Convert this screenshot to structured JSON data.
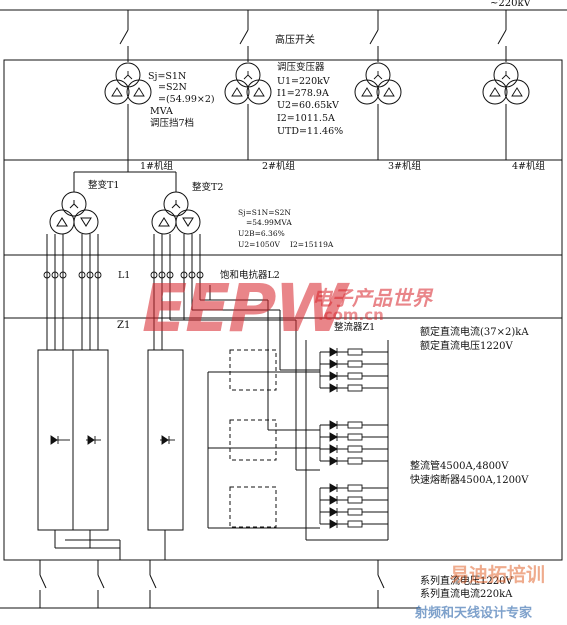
{
  "bus_voltage": "~220kV",
  "hv_switch": "高压开关",
  "regulating_transformer": {
    "capacity_lines": [
      "Sj=S1N",
      "=S2N",
      "=(54.99×2)",
      "MVA"
    ],
    "tap_position": "调压挡7档",
    "title": "调压变压器",
    "params": [
      "U1=220kV",
      "I1=278.9A",
      "U2=60.65kV",
      "I2=1011.5A",
      "UTD=11.46%"
    ]
  },
  "units": [
    "1#机组",
    "2#机组",
    "3#机组",
    "4#机组"
  ],
  "rectifier_transformer": {
    "t1": "整变T1",
    "t2": "整变T2",
    "params": [
      "Sj=S1N=S2N",
      "=54.99MVA",
      "U2B=6.36%",
      "U2=1050V",
      "I2=15119A"
    ]
  },
  "reactor": {
    "l1": "L1",
    "l2": "饱和电抗器L2"
  },
  "rectifier": {
    "z1": "Z1",
    "title": "整流器Z1",
    "rated_current": "额定直流电流(37×2)kA",
    "rated_voltage": "额定直流电压1220V",
    "diode_spec": "整流管4500A,4800V",
    "fuse_spec": "快速熔断器4500A,1200V"
  },
  "series": {
    "voltage": "系列直流电压1220V",
    "current": "系列直流电流220kA"
  },
  "watermark": {
    "eepw": "EEPW",
    "eepw_cn": "电子产品世界",
    "eepw_url": ".com.cn",
    "rf_cn": "射频和天线设计专家",
    "rf_mark": "易迪拓培训"
  }
}
